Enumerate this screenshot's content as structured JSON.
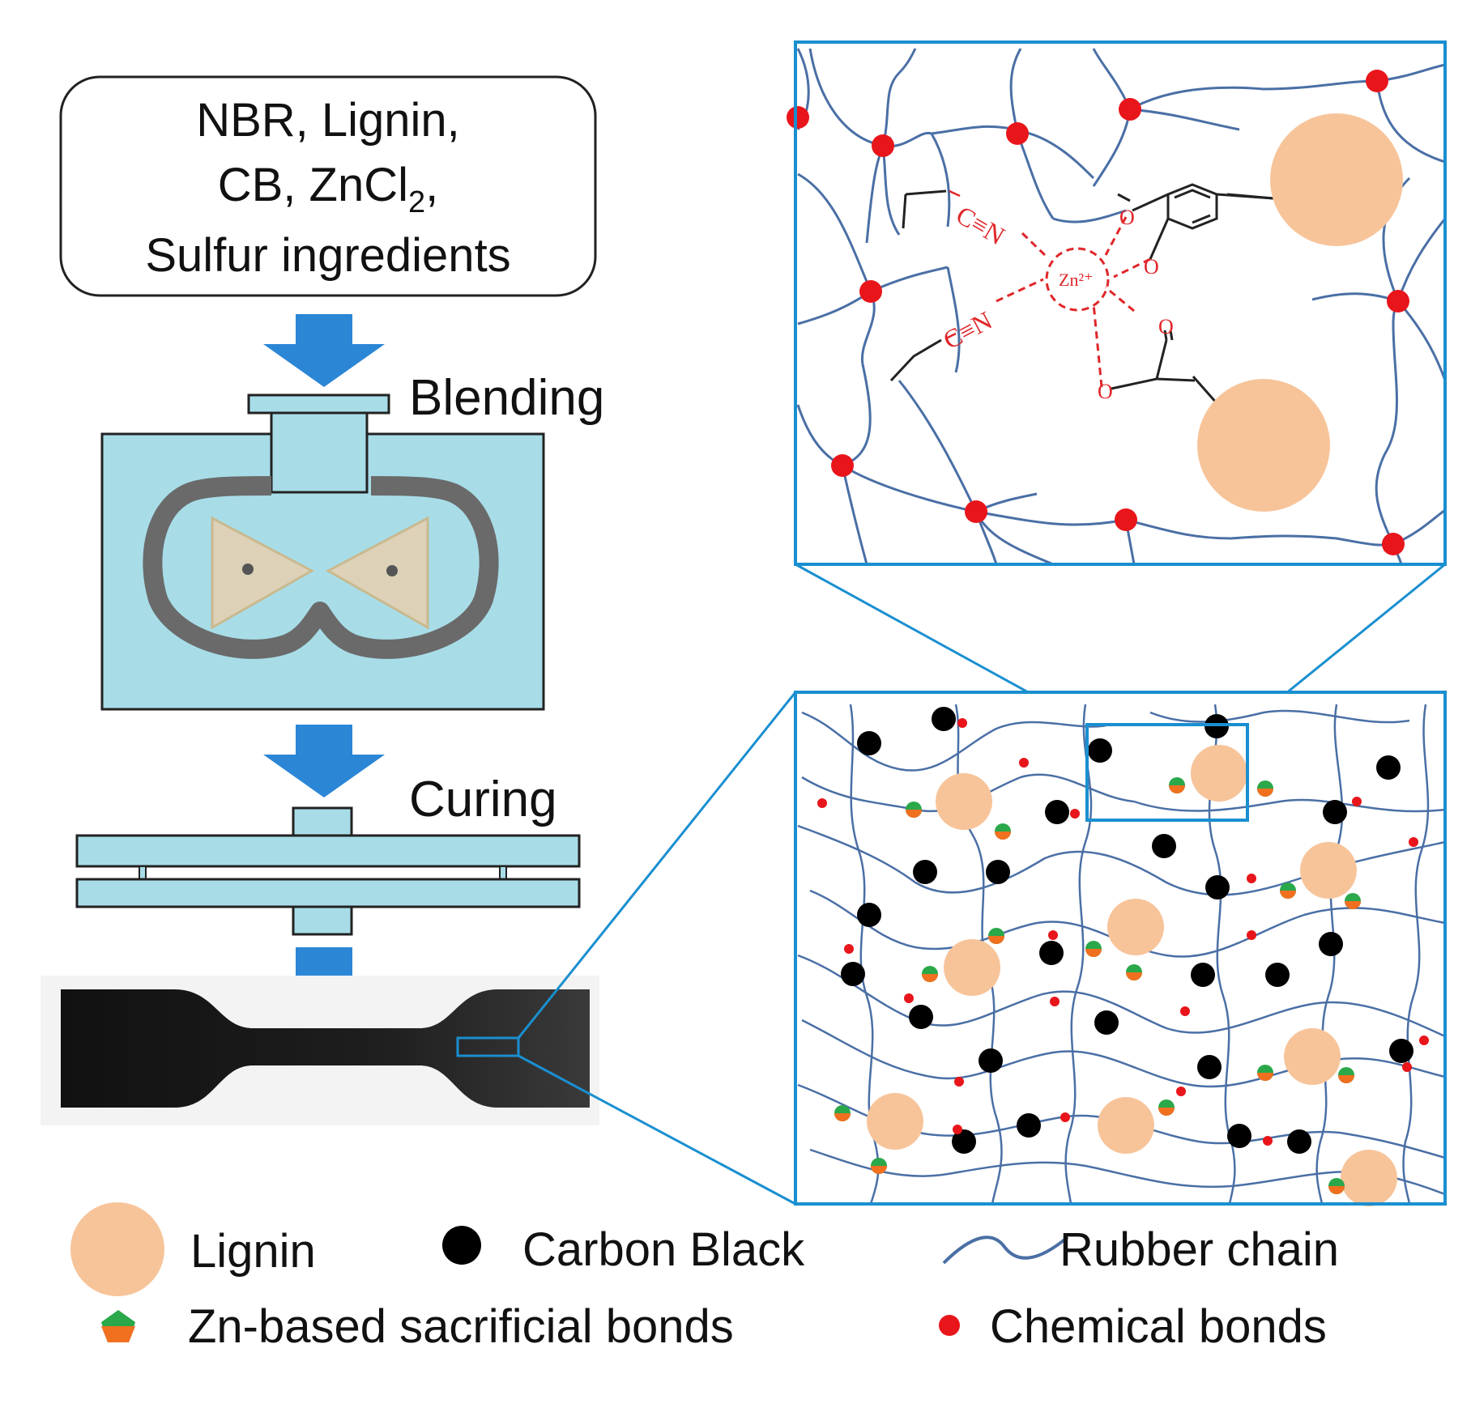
{
  "ingredients": {
    "line1": "NBR, Lignin,",
    "line2_prefix": "CB, ZnCl",
    "line2_sub": "2",
    "line2_suffix": ",",
    "line3": "Sulfur ingredients"
  },
  "steps": {
    "blending": "Blending",
    "curing": "Curing"
  },
  "chemistry": {
    "nitrile_1": "C≡N",
    "nitrile_2": "C≡N",
    "zinc_ion": "Zn²⁺",
    "oxygen_1": "O",
    "oxygen_2": "O",
    "oxygen_3": "O",
    "oxygen_4": "O"
  },
  "legend": {
    "lignin": "Lignin",
    "carbon_black": "Carbon Black",
    "rubber_chain": "Rubber chain",
    "zn_bonds": "Zn-based sacrificial bonds",
    "chemical_bonds": "Chemical bonds"
  },
  "colors": {
    "arrow_blue": "#2b86d6",
    "frame_blue": "#1a8fd0",
    "machine_fill": "#a8dde8",
    "chain_blue": "#4a6fa5",
    "lignin": "#f7c49a",
    "carbon_black": "#000000",
    "chemical_bond": "#e8151b",
    "zn_green": "#2aa84a",
    "zn_orange": "#f07020",
    "rotor": "#ddd2b8",
    "chamber": "#6a6a6a",
    "specimen": "#1e1e1e"
  }
}
